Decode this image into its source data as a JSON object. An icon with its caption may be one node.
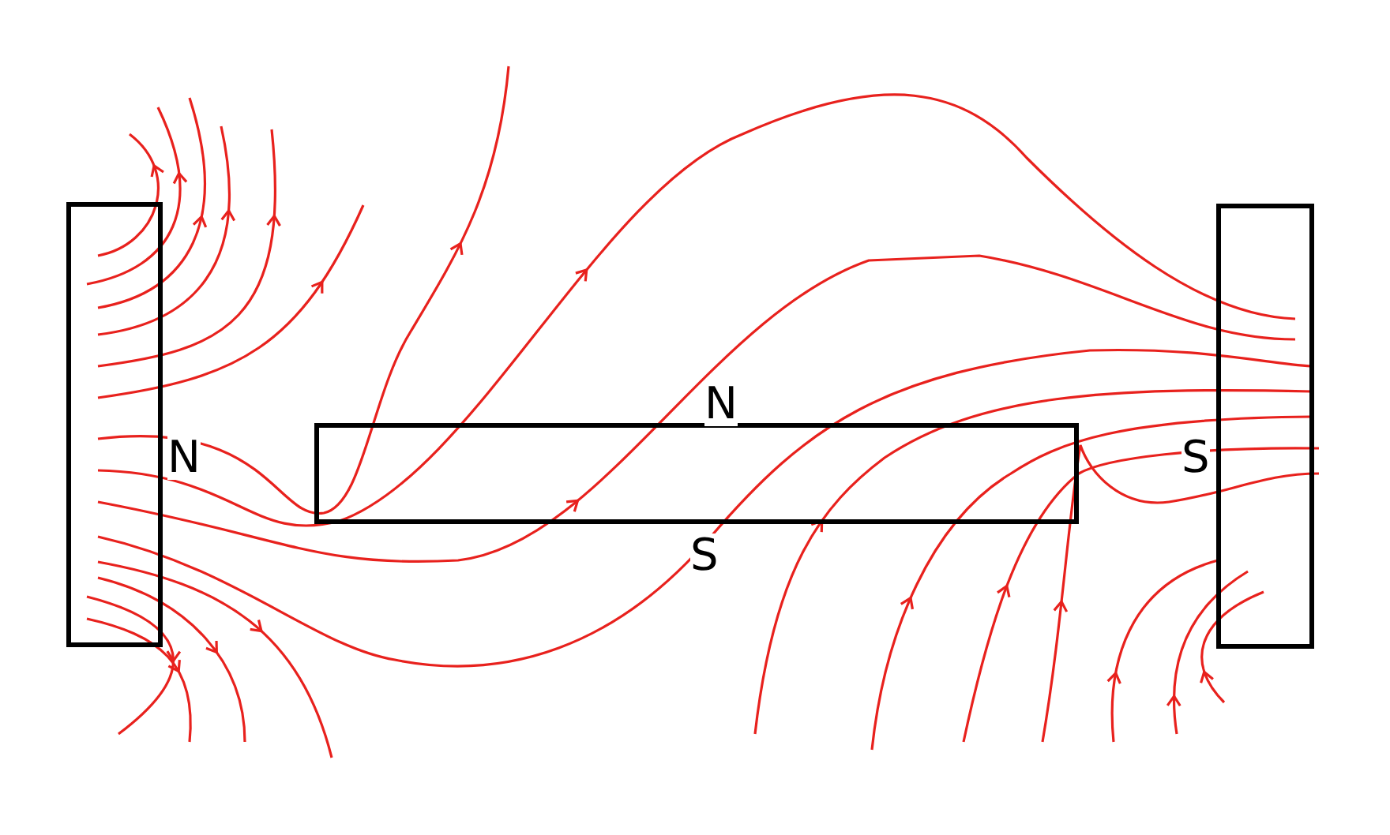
{
  "diagram": {
    "nodes": [
      {
        "text": [],
        "shape": "box",
        "beside": [
          "N"
        ]
      },
      {
        "text": [],
        "shape": "box",
        "beside": [
          "N",
          "S"
        ]
      },
      {
        "text": [],
        "shape": "box",
        "beside": [
          "S"
        ]
      }
    ]
  }
}
